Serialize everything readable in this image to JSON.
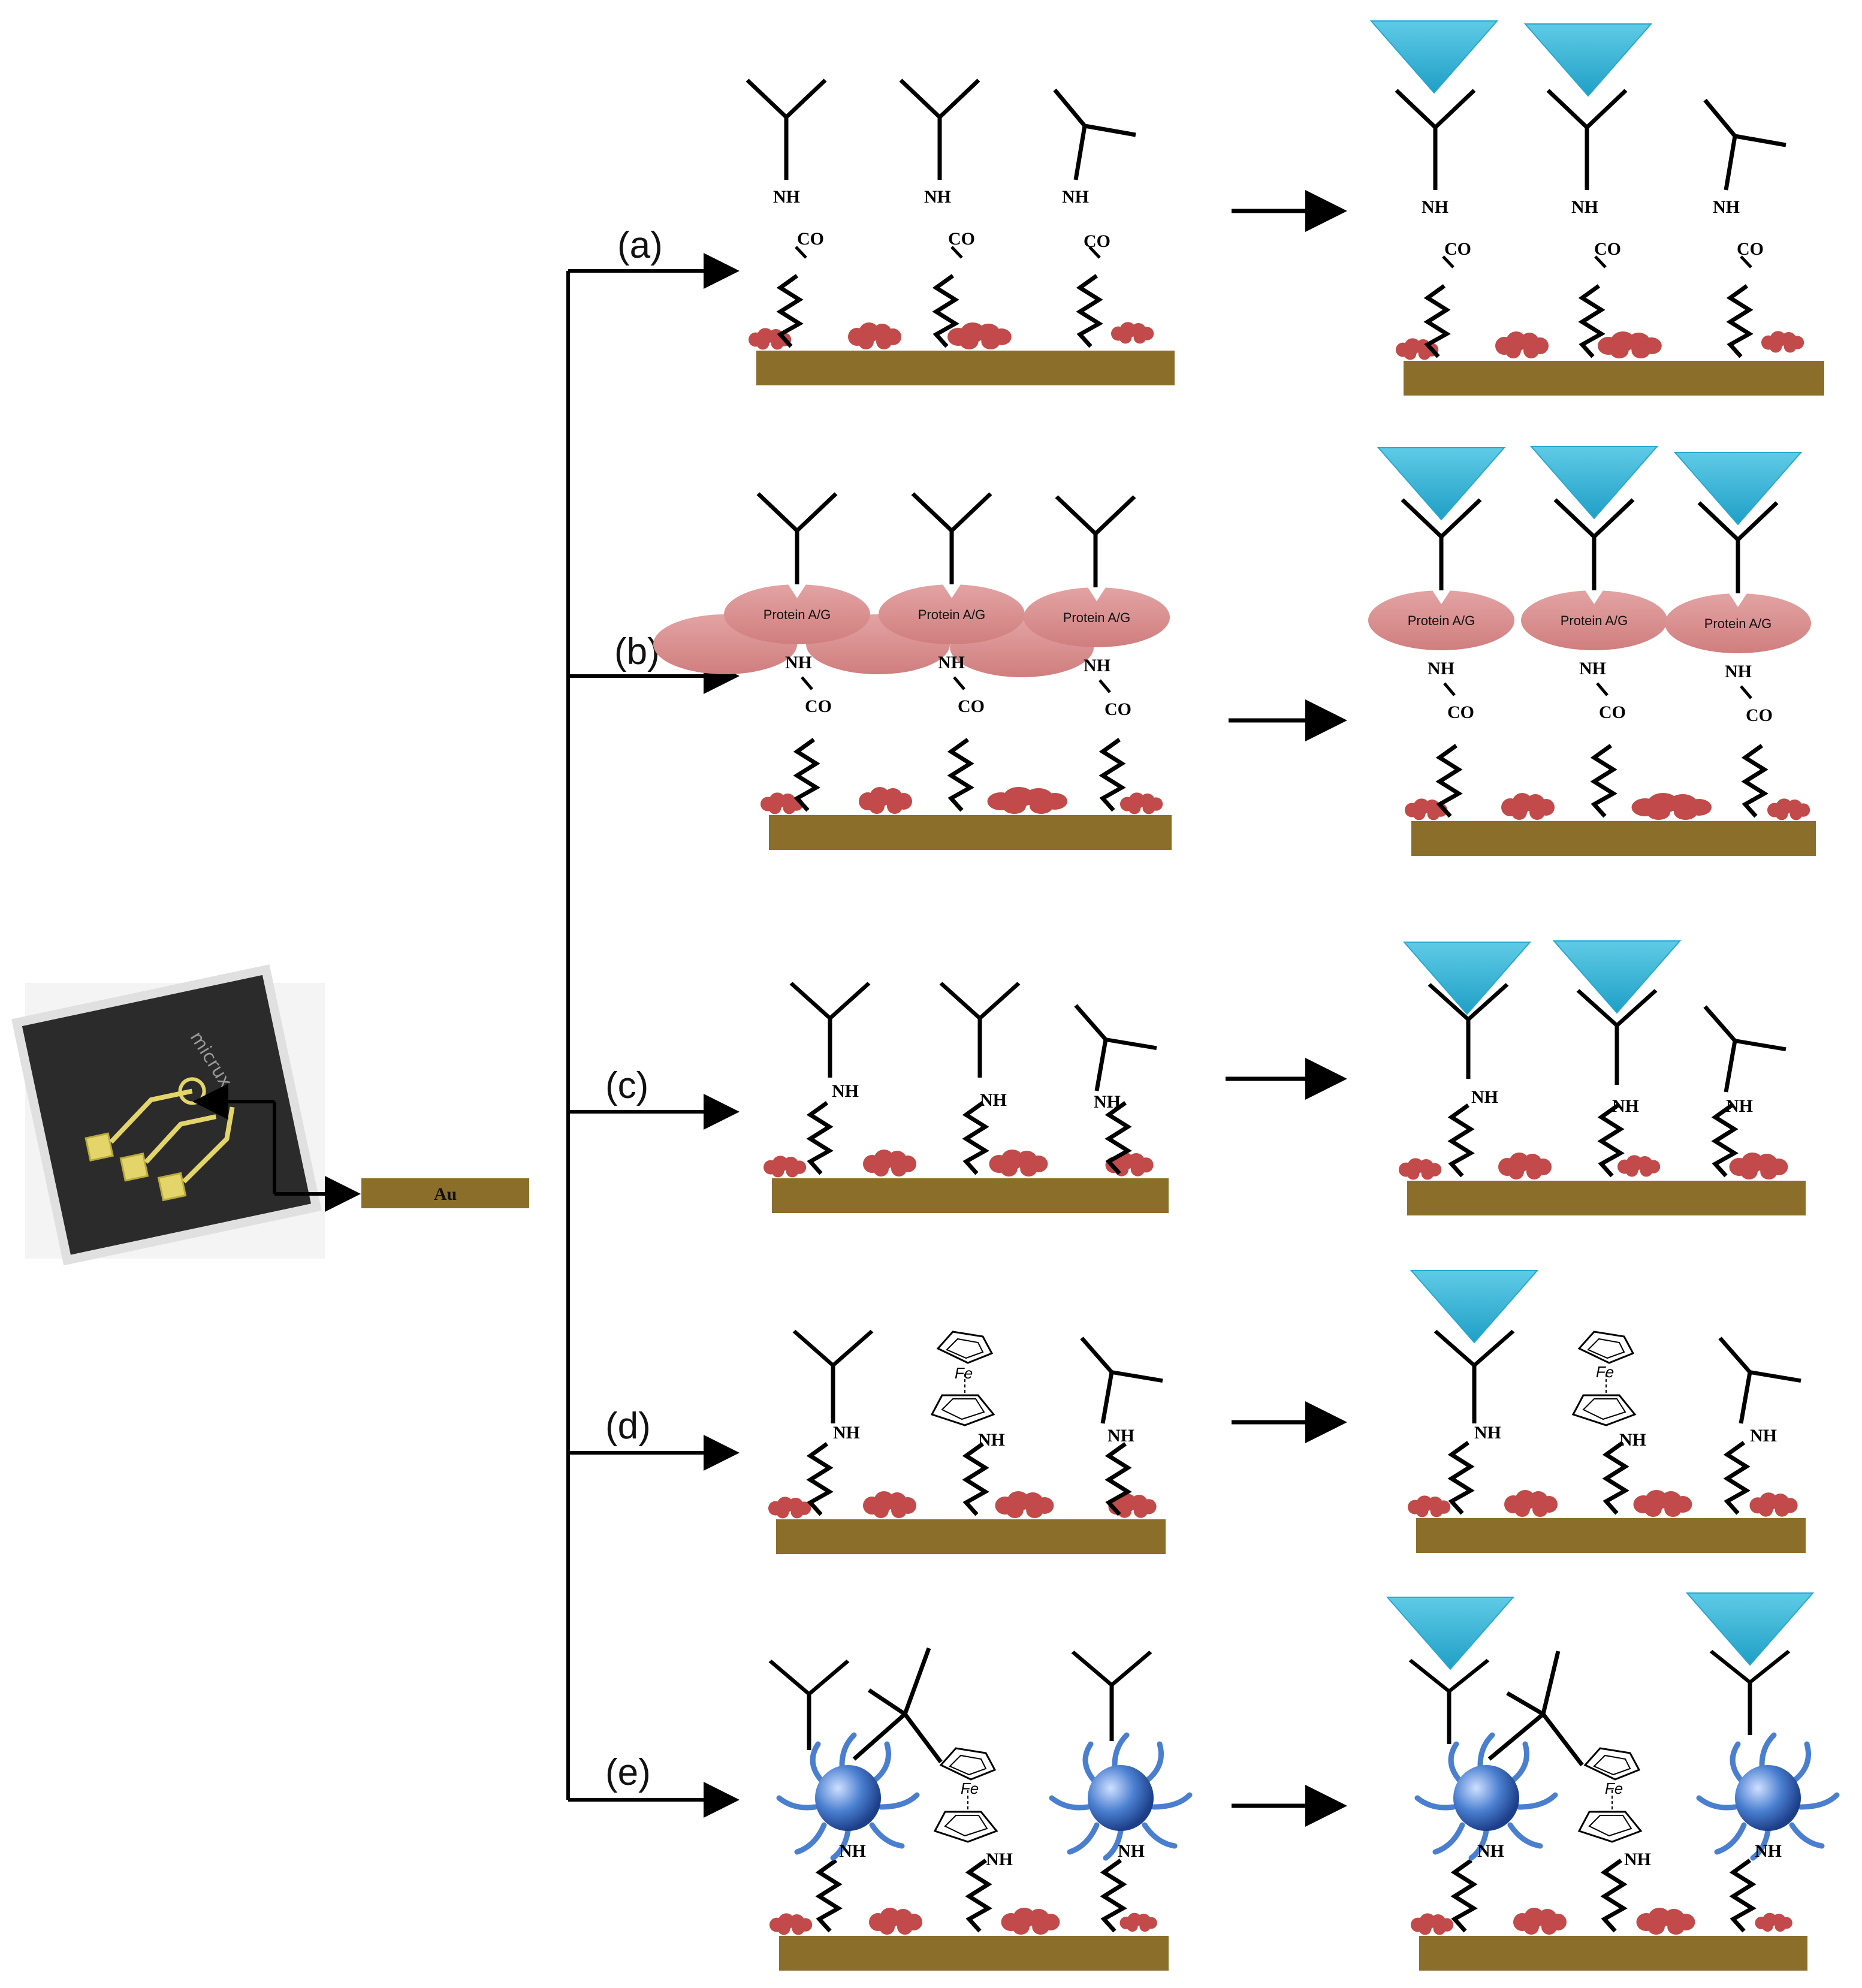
{
  "labels": {
    "a": "(a)",
    "b": "(b)",
    "c": "(c)",
    "d": "(d)",
    "e": "(e)"
  },
  "chemistry": {
    "nh": "NH",
    "co": "CO",
    "fe": "Fe",
    "protein": "Protein A/G"
  },
  "electrode": {
    "au_label": "Au",
    "brand_text": "micrux"
  },
  "colors": {
    "gold_substrate": "#8b6e2a",
    "blocking_agent": "#c24a4a",
    "antigen": "#3fb5d5",
    "protein_ag": "#d98e8e",
    "dendrimer": "#4a7fd0",
    "stroke": "#000000"
  },
  "icons": {
    "antibody": "y-shape-icon",
    "antigen": "inverted-triangle-icon",
    "ferrocene": "ferrocene-icon",
    "dendrimer": "dendrimer-icon",
    "blocker": "blob-icon",
    "arrow": "arrow-right-icon"
  }
}
